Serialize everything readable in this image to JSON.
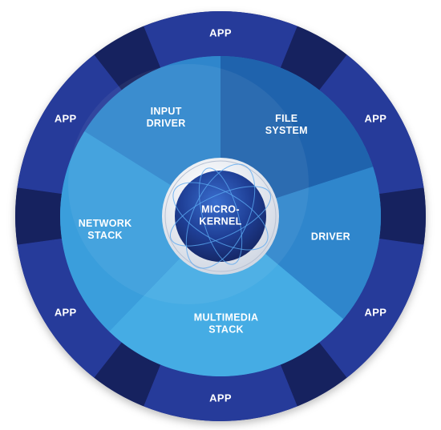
{
  "apps": [
    {
      "label": "APP"
    },
    {
      "label": "APP"
    },
    {
      "label": "APP"
    },
    {
      "label": "APP"
    },
    {
      "label": "APP"
    },
    {
      "label": "APP"
    }
  ],
  "services": [
    {
      "lines": [
        "INPUT",
        "DRIVER"
      ]
    },
    {
      "lines": [
        "FILE",
        "SYSTEM"
      ]
    },
    {
      "lines": [
        "DRIVER"
      ]
    },
    {
      "lines": [
        "MULTIMEDIA",
        "STACK"
      ]
    },
    {
      "lines": [
        "NETWORK",
        "STACK"
      ]
    }
  ],
  "core": {
    "lines": [
      "MICRO-",
      "KERNEL"
    ]
  },
  "colors": {
    "outer_ring_dark": "#1d2a73",
    "outer_ring_mid": "#283a9a",
    "service_light": "#45ace4",
    "service_mid": "#2f86cc",
    "service_deep": "#1f63ad",
    "core_dark": "#1b2f78",
    "core_ring": "#f2f4f8"
  }
}
